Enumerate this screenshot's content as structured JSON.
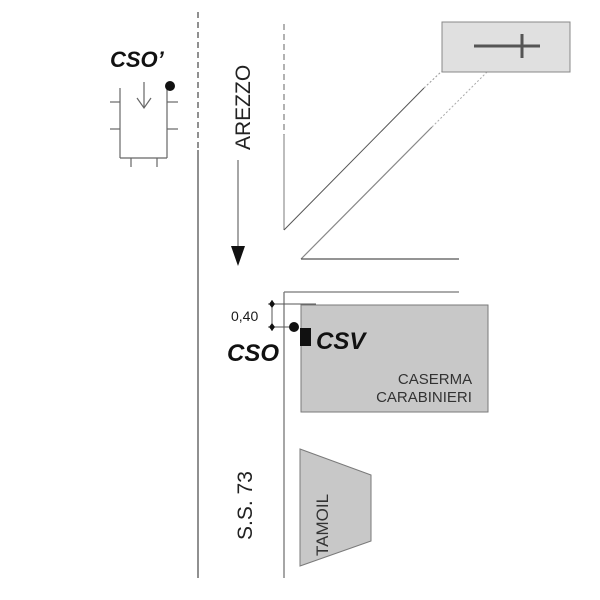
{
  "map": {
    "labels": {
      "cso_prime": "CSO’",
      "arezzo": "AREZZO",
      "dimension": "0,40",
      "cso": "CSO",
      "csv": "CSV",
      "caserma_line1": "CASERMA",
      "caserma_line2": "CARABINIERI",
      "ss73": "S.S. 73",
      "tamoil": "TAMOIL"
    },
    "icons": {
      "direction_arrow": "arrow-down",
      "top_right_sign": "minus-plus-sign"
    },
    "colors": {
      "building_fill": "#c8c8c8",
      "building_stroke": "#7a7a7a",
      "sign_fill": "#e0e0e0",
      "road_line": "#8a8a8a",
      "text_dark": "#1a1a1a"
    }
  }
}
